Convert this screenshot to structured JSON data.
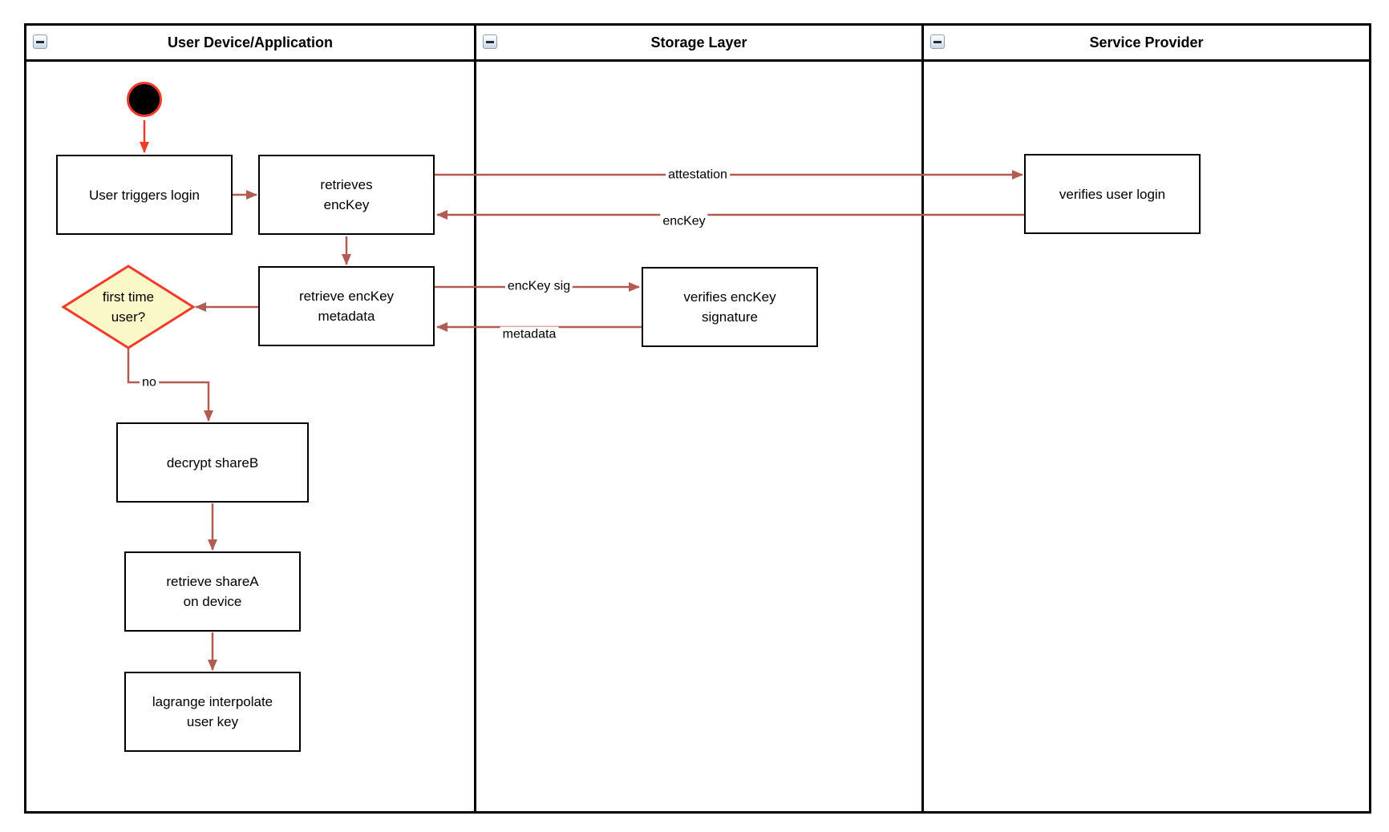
{
  "lanes": [
    {
      "title": "User Device/Application"
    },
    {
      "title": "Storage Layer"
    },
    {
      "title": "Service Provider"
    }
  ],
  "nodes": {
    "user_triggers_login": {
      "label": "User triggers login"
    },
    "retrieves_enckey": {
      "label": "retrieves\nencKey"
    },
    "retrieve_enckey_metadata": {
      "label": "retrieve encKey\nmetadata"
    },
    "first_time_user": {
      "label": "first time\nuser?"
    },
    "decrypt_shareb": {
      "label": "decrypt shareB"
    },
    "retrieve_sharea": {
      "label": "retrieve shareA\non device"
    },
    "lagrange_interpolate": {
      "label": "lagrange interpolate\nuser key"
    },
    "verifies_enckey_signature": {
      "label": "verifies encKey\nsignature"
    },
    "verifies_user_login": {
      "label": "verifies user login"
    }
  },
  "edges": {
    "attestation": {
      "label": "attestation"
    },
    "enckey": {
      "label": "encKey"
    },
    "enckey_sig": {
      "label": "encKey sig"
    },
    "metadata": {
      "label": "metadata"
    },
    "no": {
      "label": "no"
    }
  },
  "colors": {
    "connector": "#b25b52",
    "start_accent": "#f23a28",
    "decision_fill": "#faf7c8",
    "decision_stroke": "#f23a28",
    "shape_border": "#000000"
  }
}
